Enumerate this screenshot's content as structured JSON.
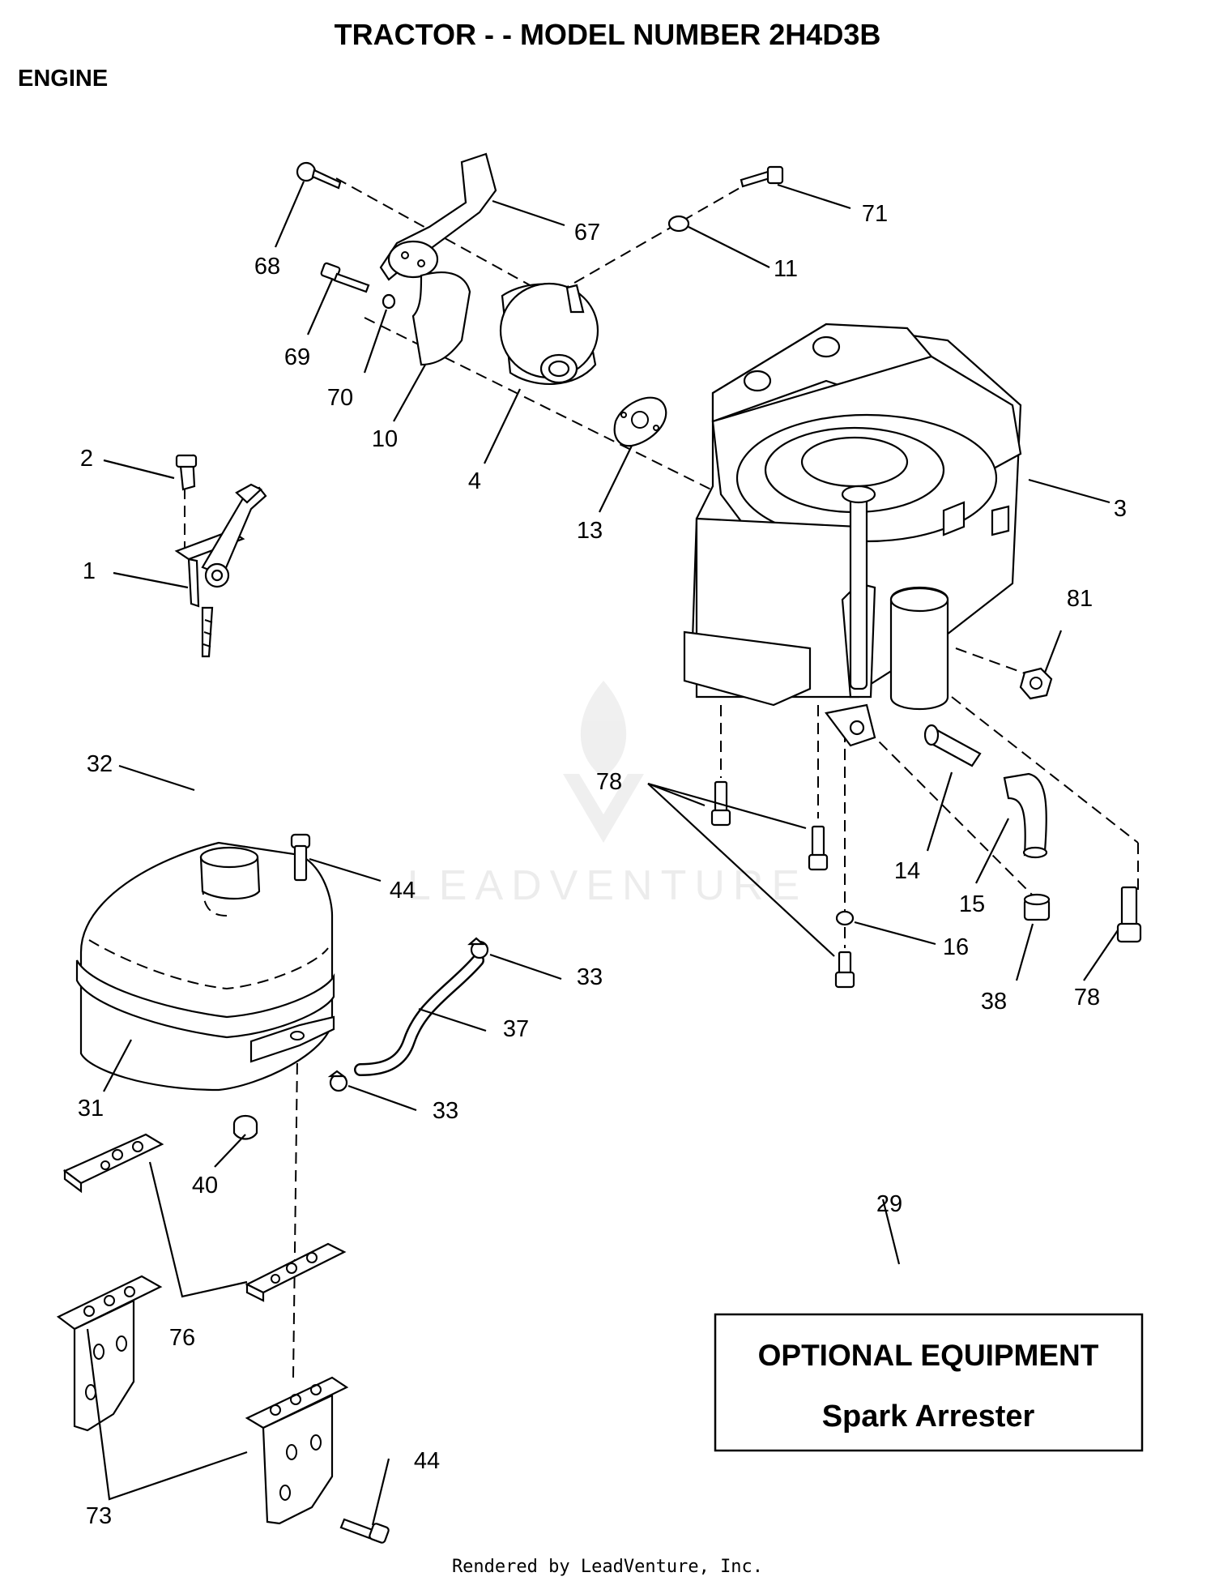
{
  "header": {
    "title": "TRACTOR - - MODEL NUMBER 2H4D3B",
    "section": "ENGINE"
  },
  "callouts": [
    {
      "id": "c1",
      "label": "1"
    },
    {
      "id": "c2",
      "label": "2"
    },
    {
      "id": "c3",
      "label": "3"
    },
    {
      "id": "c4",
      "label": "4"
    },
    {
      "id": "c10",
      "label": "10"
    },
    {
      "id": "c11",
      "label": "11"
    },
    {
      "id": "c13",
      "label": "13"
    },
    {
      "id": "c14",
      "label": "14"
    },
    {
      "id": "c15",
      "label": "15"
    },
    {
      "id": "c16",
      "label": "16"
    },
    {
      "id": "c29",
      "label": "29"
    },
    {
      "id": "c31",
      "label": "31"
    },
    {
      "id": "c32",
      "label": "32"
    },
    {
      "id": "c33a",
      "label": "33"
    },
    {
      "id": "c33b",
      "label": "33"
    },
    {
      "id": "c37",
      "label": "37"
    },
    {
      "id": "c38",
      "label": "38"
    },
    {
      "id": "c40",
      "label": "40"
    },
    {
      "id": "c44a",
      "label": "44"
    },
    {
      "id": "c44b",
      "label": "44"
    },
    {
      "id": "c67",
      "label": "67"
    },
    {
      "id": "c68",
      "label": "68"
    },
    {
      "id": "c69",
      "label": "69"
    },
    {
      "id": "c70",
      "label": "70"
    },
    {
      "id": "c71",
      "label": "71"
    },
    {
      "id": "c73",
      "label": "73"
    },
    {
      "id": "c76",
      "label": "76"
    },
    {
      "id": "c78a",
      "label": "78"
    },
    {
      "id": "c78b",
      "label": "78"
    },
    {
      "id": "c81",
      "label": "81"
    }
  ],
  "optional_box": {
    "heading": "OPTIONAL EQUIPMENT",
    "item": "Spark Arrester"
  },
  "watermark": "LEADVENTURE",
  "footer": "Rendered by LeadVenture, Inc."
}
